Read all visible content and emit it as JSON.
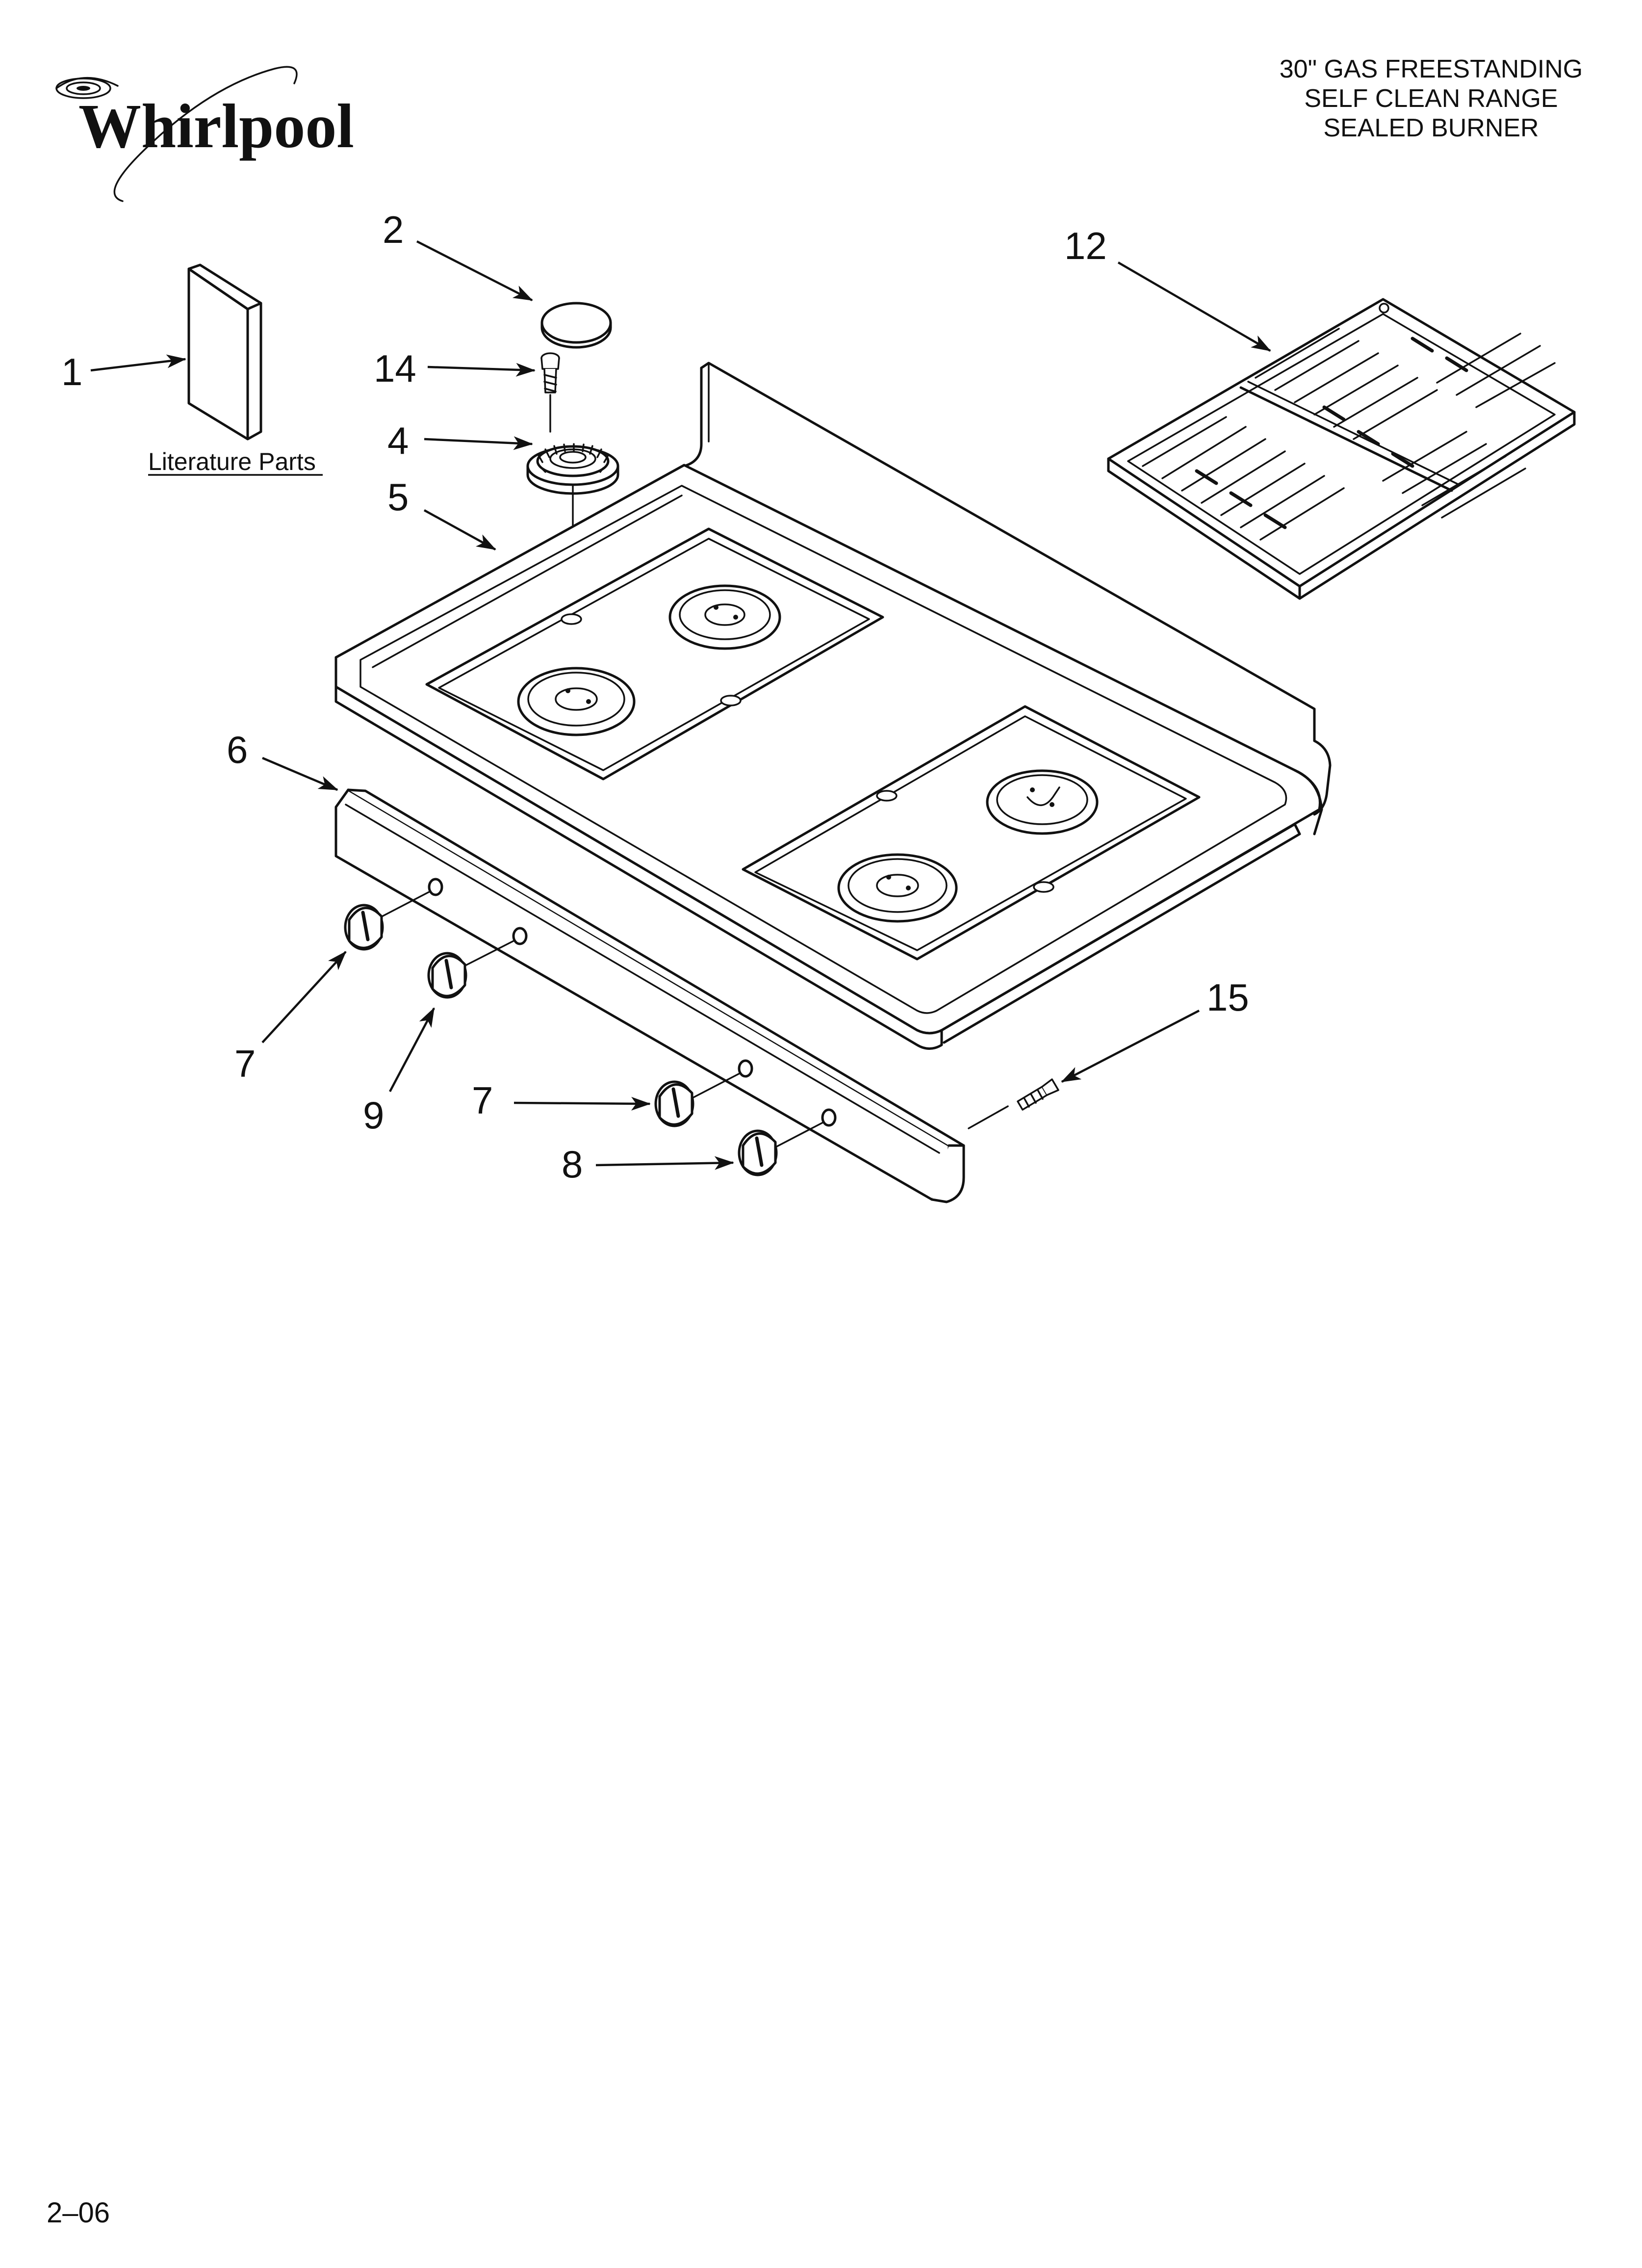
{
  "header": {
    "brand": "Whirlpool",
    "title_lines": [
      "30\" GAS FREESTANDING",
      "SELF CLEAN RANGE",
      "SEALED BURNER"
    ]
  },
  "literature": {
    "label": "Literature Parts"
  },
  "callouts": {
    "c1": "1",
    "c2": "2",
    "c14": "14",
    "c4": "4",
    "c5": "5",
    "c12": "12",
    "c6": "6",
    "c7a": "7",
    "c9": "9",
    "c7b": "7",
    "c8": "8",
    "c15": "15"
  },
  "footer": {
    "code": "2–06"
  },
  "colors": {
    "ink": "#111111",
    "paper": "#ffffff"
  }
}
